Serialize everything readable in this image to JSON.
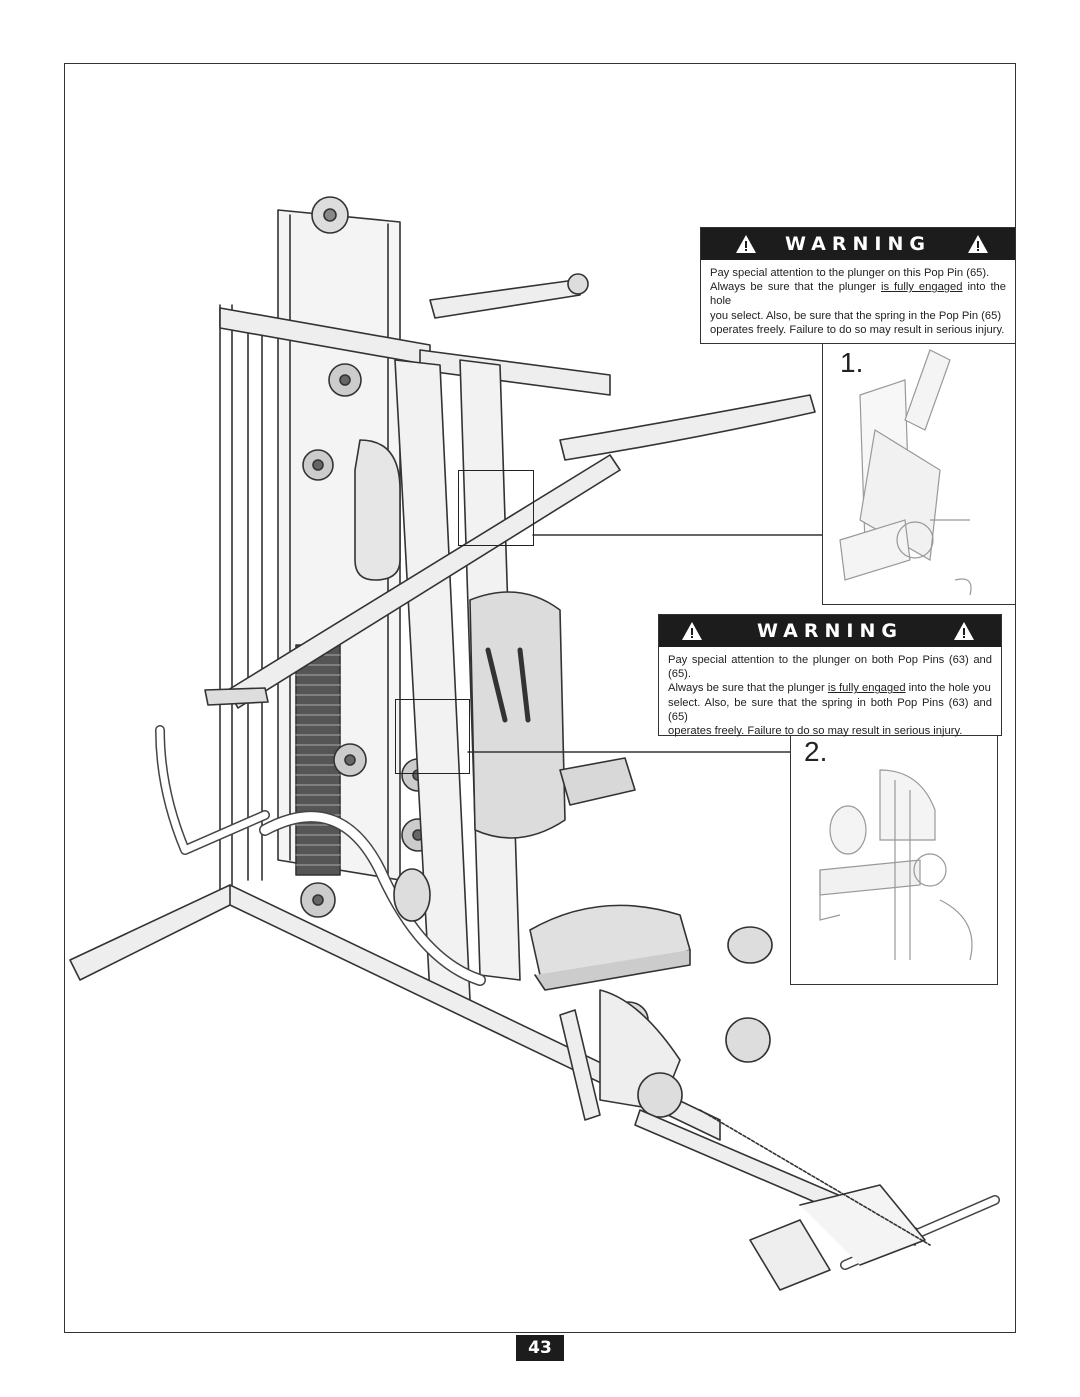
{
  "warning1": {
    "title": "WARNING",
    "line1": "Pay special attention to the plunger on this Pop Pin (65).",
    "line2a": "Always be sure that the plunger ",
    "line2u": "is fully engaged",
    "line2b": " into the hole",
    "line3": "you select.  Also, be sure that the spring in the Pop Pin (65)",
    "line4": "operates freely. Failure to do so may result in serious injury."
  },
  "warning2": {
    "title": "WARNING",
    "line1": "Pay special attention to the plunger on both Pop Pins (63) and (65).",
    "line2a": "Always be sure that the plunger ",
    "line2u": "is fully engaged",
    "line2b": " into the hole you",
    "line3": "select. Also, be sure that the spring in both Pop Pins (63) and (65)",
    "line4": "operates freely. Failure to do so may result in serious injury."
  },
  "steps": {
    "one": "1.",
    "two": "2."
  },
  "page_number": "43",
  "icons": {
    "warning": "warning-triangle-icon"
  }
}
